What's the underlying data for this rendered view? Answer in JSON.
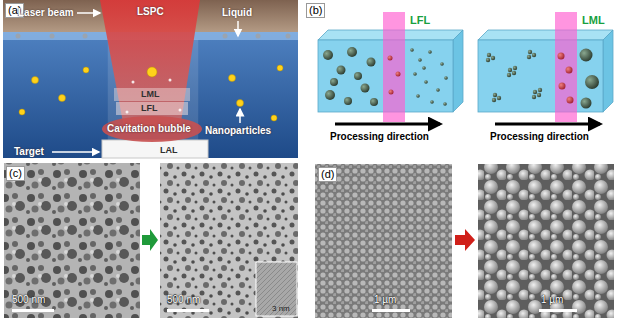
{
  "diagram": {
    "labels": [
      "(a)",
      "Laser beam",
      "LSPC",
      "Liquid",
      "LML",
      "LFL",
      "Nanoparticles",
      "Cavitation bubble",
      "Target",
      "LAL",
      "(b)",
      "LFL",
      "LML",
      "Processing direction",
      "Processing direction",
      "(c)",
      "500 nm",
      "500 nm",
      "3 nm",
      "(d)",
      "1 µm",
      "1 µm"
    ]
  }
}
